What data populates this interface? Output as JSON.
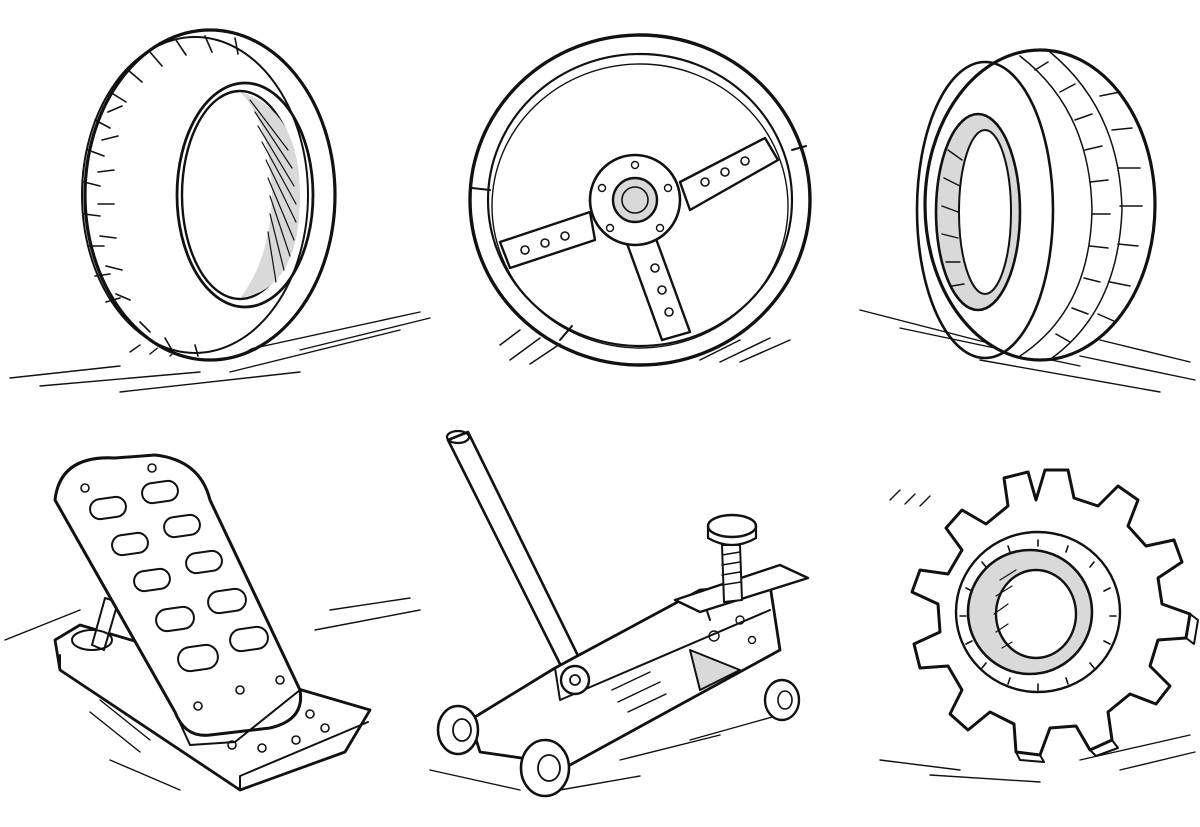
{
  "illustration": {
    "style": "black ink sketch on white",
    "colors": {
      "ink": "#111111",
      "paper": "#ffffff",
      "shade": "#d9d9d9"
    },
    "items": [
      {
        "id": "tire-left",
        "icon": "tire-icon"
      },
      {
        "id": "steering-wheel",
        "icon": "steering-wheel-icon"
      },
      {
        "id": "tire-right",
        "icon": "tire-icon"
      },
      {
        "id": "pedal",
        "icon": "car-pedal-icon"
      },
      {
        "id": "floor-jack",
        "icon": "floor-jack-icon"
      },
      {
        "id": "gear",
        "icon": "gear-icon"
      }
    ]
  }
}
